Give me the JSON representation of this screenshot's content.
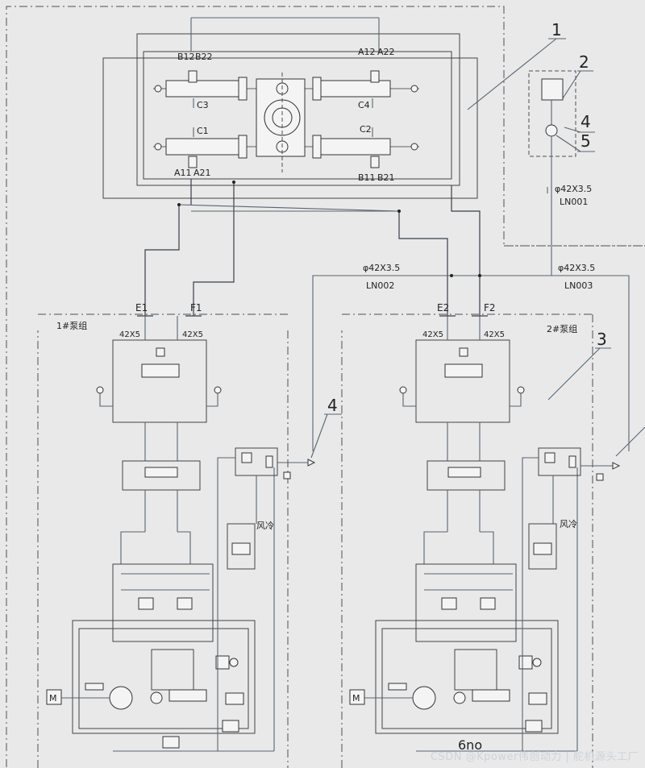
{
  "callouts": {
    "n1": "1",
    "n2": "2",
    "n3": "3",
    "n4a": "4",
    "n5": "5",
    "n4b": "4"
  },
  "ports": {
    "b12": "B12",
    "b22": "B22",
    "a12": "A12",
    "a22": "A22",
    "c3": "C3",
    "c4": "C4",
    "c1": "C1",
    "c2": "C2",
    "a11": "A11",
    "a21": "A21",
    "b11": "B11",
    "b21": "B21",
    "e1": "E1",
    "f1": "F1",
    "e2": "E2",
    "f2": "F2"
  },
  "pipes": {
    "ln001_size": "φ42X3.5",
    "ln001": "LN001",
    "ln002_size": "φ42X3.5",
    "ln002": "LN002",
    "ln003_size": "φ42X3.5",
    "ln003": "LN003",
    "unit1_size_left": "42X5",
    "unit1_size_right": "42X5",
    "unit2_size_left": "42X5",
    "unit2_size_right": "42X5"
  },
  "units": {
    "pump1": "1#泵组",
    "pump2": "2#泵组",
    "aircool1": "风冷",
    "aircool2": "风冷",
    "motor1": "M",
    "motor2": "M"
  },
  "footer": {
    "handwritten": "6no",
    "watermark": "CSDN @Kpower伟创动力 | 舵机源头工厂"
  }
}
